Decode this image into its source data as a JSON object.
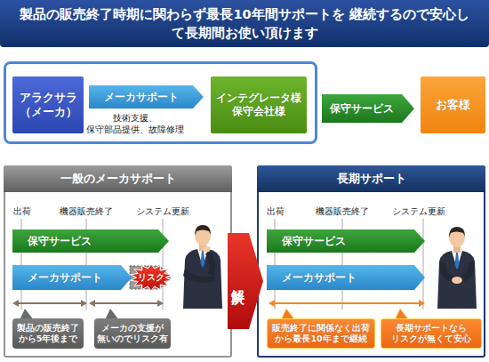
{
  "diagram": {
    "title": "製品の販売終了時期に関わらず最長10年間サポートを 継続するので安心して長期間お使い頂けます",
    "nodes": [
      {
        "text": [
          "アラクサラ （メーカ）"
        ]
      },
      {
        "text": [
          "インテグレータ様 保守会社様"
        ]
      },
      {
        "text": [
          "お客様"
        ]
      },
      {
        "text": [
          "一般のメーカサポート"
        ]
      },
      {
        "text": [
          "保守サービス"
        ],
        "in": 3
      },
      {
        "text": [
          "メーカサポート"
        ],
        "in": 3
      },
      {
        "text": [
          "リスク"
        ],
        "in": 3
      },
      {
        "text": [
          "製品の販売終了 から5年後まで"
        ],
        "in": 3
      },
      {
        "text": [
          "メーカの支援が 無いのでリスク有"
        ],
        "in": 3
      },
      {
        "text": [
          "長期サポート"
        ]
      },
      {
        "text": [
          "保守サービス"
        ],
        "in": 9
      },
      {
        "text": [
          "メーカサポート"
        ],
        "in": 9
      },
      {
        "text": [
          "販売終了に関係なく出荷 から最長10年まで継続"
        ],
        "in": 9
      },
      {
        "text": [
          "長期サポートなら リスクが無くて安心"
        ],
        "in": 9
      }
    ],
    "edges": [
      {
        "from": 0,
        "to": 1,
        "arrow": "to",
        "label": "メーカサポート"
      },
      {
        "from": 1,
        "to": 2,
        "arrow": "to",
        "label": "保守サービス"
      },
      {
        "from": 3,
        "to": 9,
        "arrow": "to",
        "label": "解決"
      }
    ],
    "labels": [
      "技術支援、 保守部品提供、故障修理",
      "出荷",
      "機器販売終了",
      "システム更新",
      "出荷",
      "機器販売終了",
      "システム更新"
    ]
  }
}
